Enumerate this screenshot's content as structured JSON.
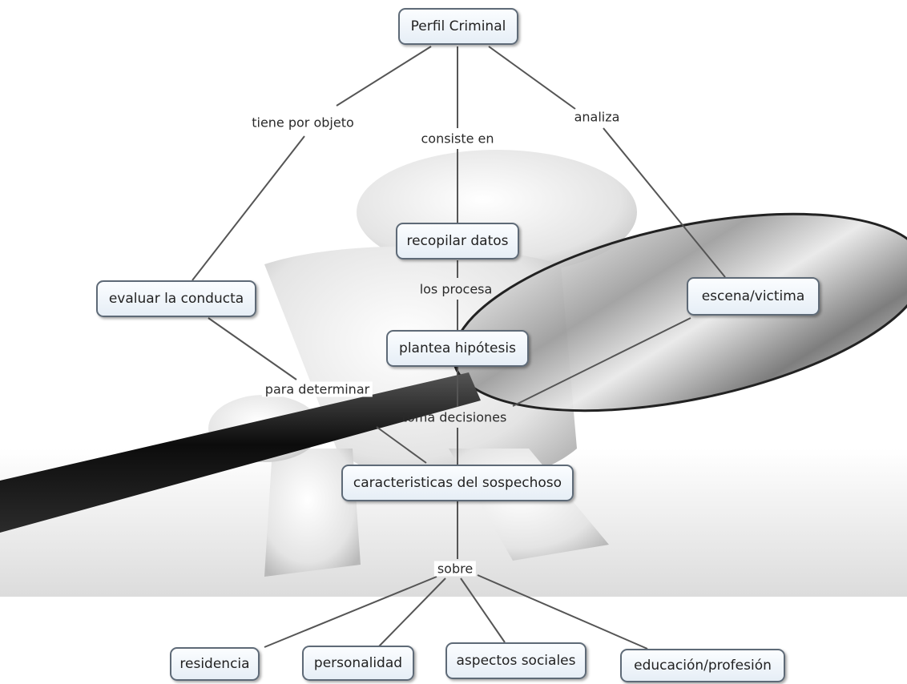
{
  "concept_map": {
    "root": "Perfil Criminal",
    "links": {
      "tiene_por_objeto": "tiene por objeto",
      "consiste_en": "consiste en",
      "analiza": "analiza",
      "los_procesa": "los procesa",
      "para_determinar": "para determinar",
      "toma_decisiones": "toma decisiones",
      "sobre": "sobre"
    },
    "nodes": {
      "recopilar_datos": "recopilar datos",
      "evaluar_conducta": "evaluar la conducta",
      "escena_victima": "escena/victima",
      "plantea_hipotesis": "plantea hipótesis",
      "caracteristicas": "caracteristicas del sospechoso",
      "residencia": "residencia",
      "personalidad": "personalidad",
      "aspectos_sociales": "aspectos sociales",
      "educacion_profesion": "educación/profesión"
    }
  },
  "colors": {
    "node_border": "#5e6a77",
    "node_fill": "#eef3f8",
    "line": "#555555"
  }
}
